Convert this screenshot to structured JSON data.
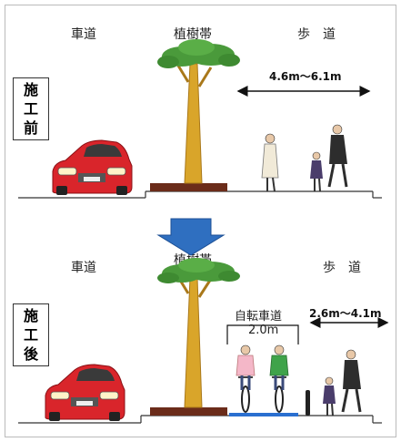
{
  "before": {
    "stage_chars": [
      "施",
      "工",
      "前"
    ],
    "label_roadway": "車道",
    "label_planting": "植樹帯",
    "label_sidewalk": "歩　道",
    "sidewalk_width": "4.6m～6.1m"
  },
  "after": {
    "stage_chars": [
      "施",
      "工",
      "後"
    ],
    "label_roadway": "車道",
    "label_planting": "植樹帯",
    "label_sidewalk": "歩　道",
    "bike_lane_label": "自転車道",
    "bike_lane_width": "2.0m",
    "sidewalk_width": "2.6m～4.1m"
  },
  "colors": {
    "car": "#d9252b",
    "tree_trunk": "#d9a52a",
    "foliage": "#4a9a3b",
    "planter": "#6b2c1a",
    "arrow": "#2f6fc0",
    "bike_lane": "#2a6fd0"
  }
}
